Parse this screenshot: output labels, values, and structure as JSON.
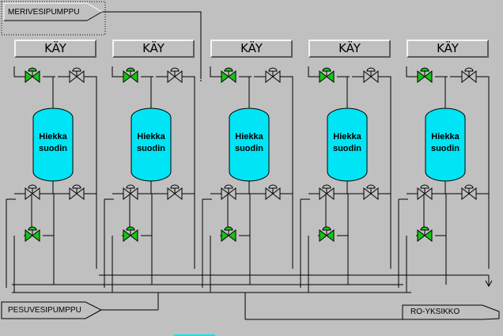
{
  "colors": {
    "background": "#c0c0c0",
    "pipe": "#000000",
    "tank": "#00e5f5",
    "valve_open": "#18c418",
    "valve_closed": "#c0c0c0"
  },
  "pumps": {
    "sea_water": "MERIVESIPUMPPU",
    "wash_water": "PESUVESIPUMPPU",
    "ro_unit": "RO-YKSIKKO"
  },
  "filters": [
    {
      "status": "KÄY",
      "tank_line1": "Hiekka",
      "tank_line2": "suodin",
      "valves": {
        "inlet": "open",
        "top_right": "closed",
        "bottom_left": "closed",
        "bottom_right": "closed",
        "wash": "open"
      }
    },
    {
      "status": "KÄY",
      "tank_line1": "Hiekka",
      "tank_line2": "suodin",
      "valves": {
        "inlet": "open",
        "top_right": "closed",
        "bottom_left": "closed",
        "bottom_right": "closed",
        "wash": "open"
      }
    },
    {
      "status": "KÄY",
      "tank_line1": "Hiekka",
      "tank_line2": "suodin",
      "valves": {
        "inlet": "open",
        "top_right": "closed",
        "bottom_left": "closed",
        "bottom_right": "closed",
        "wash": "open"
      }
    },
    {
      "status": "KÄY",
      "tank_line1": "Hiekka",
      "tank_line2": "suodin",
      "valves": {
        "inlet": "open",
        "top_right": "closed",
        "bottom_left": "closed",
        "bottom_right": "closed",
        "wash": "open"
      }
    },
    {
      "status": "KÄY",
      "tank_line1": "Hiekka",
      "tank_line2": "suodin",
      "valves": {
        "inlet": "open",
        "top_right": "closed",
        "bottom_left": "closed",
        "bottom_right": "closed",
        "wash": "open"
      }
    }
  ]
}
